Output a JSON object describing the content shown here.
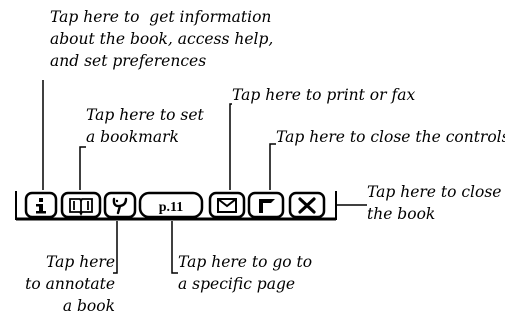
{
  "callouts": {
    "info": "Tap here to  get information\nabout the book, access help,\nand set preferences",
    "bookmark": "Tap here to set\na bookmark",
    "print": "Tap here to print or fax",
    "close_controls": "Tap here to close the controls",
    "close_book": "Tap here to close\nthe book",
    "annotate": "Tap here\nto annotate\na book",
    "goto_page": "Tap here to go to\na specific page"
  },
  "toolbar": {
    "info_icon": "info-icon",
    "bookmark_icon": "book-icon",
    "annotate_icon": "annotate-icon",
    "page_label": "p.11",
    "print_icon": "envelope-icon",
    "close_controls_icon": "corner-icon",
    "close_book_icon": "close-icon"
  }
}
